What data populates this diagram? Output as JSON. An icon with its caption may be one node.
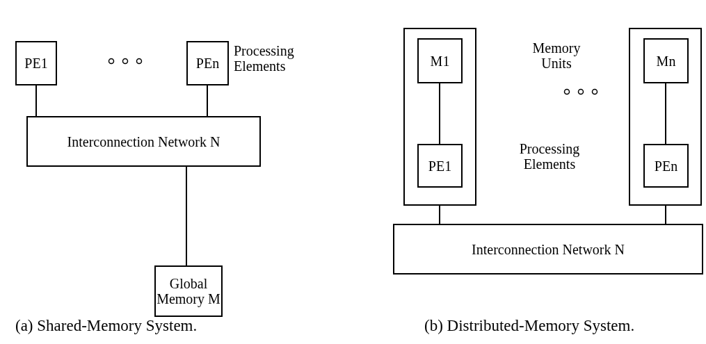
{
  "diagram": {
    "nodes": [
      {
        "text": [
          "PE1"
        ]
      },
      {
        "text": [
          "PEn"
        ]
      },
      {
        "text": [
          "Interconnection Network N"
        ]
      },
      {
        "text": [
          "Global Memory M"
        ]
      },
      {
        "text": [],
        "shape": "box"
      },
      {
        "text": [
          "M1"
        ],
        "in": 4
      },
      {
        "text": [
          "PE1"
        ],
        "in": 4
      },
      {
        "text": [],
        "shape": "box"
      },
      {
        "text": [
          "Mn"
        ],
        "in": 7
      },
      {
        "text": [
          "PEn"
        ],
        "in": 7
      },
      {
        "text": [
          "Interconnection Network N"
        ]
      }
    ],
    "edges": [
      {
        "from": 0,
        "to": 2,
        "arrow": "none"
      },
      {
        "from": 1,
        "to": 2,
        "arrow": "none"
      },
      {
        "from": 2,
        "to": 3,
        "arrow": "none"
      },
      {
        "from": 5,
        "to": 6,
        "arrow": "none"
      },
      {
        "from": 8,
        "to": 9,
        "arrow": "none"
      },
      {
        "from": 4,
        "to": 10,
        "arrow": "none"
      },
      {
        "from": 7,
        "to": 10,
        "arrow": "none"
      }
    ],
    "labels": [
      "Processing Elements",
      "Memory Units",
      "Processing Elements",
      "(a) Shared-Memory System.",
      "(b) Distributed-Memory System."
    ]
  }
}
